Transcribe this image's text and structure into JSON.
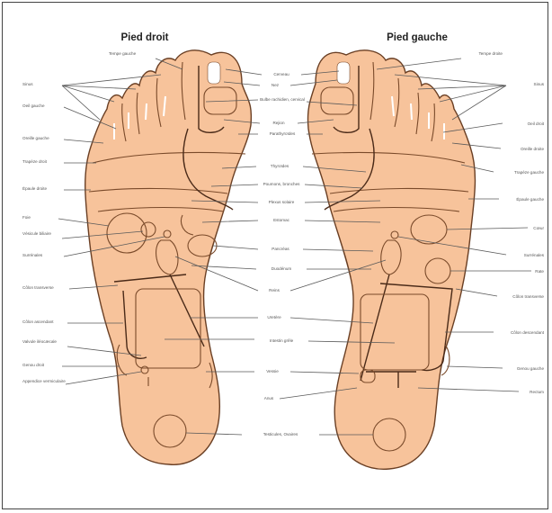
{
  "titles": {
    "right_foot": "Pied droit",
    "left_foot": "Pied gauche"
  },
  "colors": {
    "skin": "#f7c39b",
    "outline": "#6a3f24",
    "line": "#5a5a5a"
  },
  "labels_right": [
    "Tempe gauche",
    "Sinus",
    "Oeil gauche",
    "Oreille gauche",
    "Trapèze droit",
    "Épaule droite",
    "Foie",
    "Vésicule biliaire",
    "Surrénales",
    "Côlon transverse",
    "Côlon ascendant",
    "Valvule iléocæcale",
    "Genou droit",
    "Appendice vermiculaire"
  ],
  "labels_center": [
    "Cerveau",
    "Nez",
    "Bulbe rachidien, cervical",
    "Rejion",
    "Parathyroïdes",
    "Thyroïdes",
    "Poumons, bronches",
    "Plexus solaire",
    "Estomac",
    "Pancréas",
    "Duodénum",
    "Reins",
    "Uretère",
    "Intestin grêle",
    "Vessie",
    "Anus",
    "Testicules, Ovaires"
  ],
  "labels_left": [
    "Tempe droite",
    "Sinus",
    "Oeil droit",
    "Oreille droite",
    "Trapèze gauche",
    "Épaule gauche",
    "Cœur",
    "Surrénales",
    "Rate",
    "Côlon transverse",
    "Côlon descendant",
    "Genou gauche",
    "Rectum"
  ]
}
